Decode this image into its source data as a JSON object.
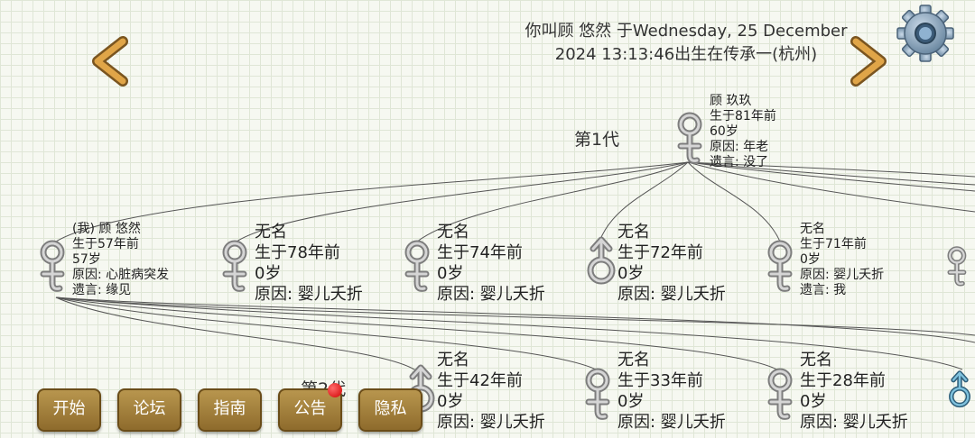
{
  "header": {
    "line1": "你叫顾 悠然 于Wednesday, 25 December",
    "line2": "2024 13:13:46出生在传承一(杭州)"
  },
  "icons": {
    "prev": "chevron-left-icon",
    "next": "chevron-right-icon",
    "settings": "gear-icon"
  },
  "generations": {
    "gen1": "第1代",
    "gen2": "第2代"
  },
  "root": {
    "gender": "female",
    "lines": [
      "顾 玖玖",
      "生于81年前",
      "60岁",
      "原因: 年老",
      "遗言: 没了"
    ]
  },
  "row1": [
    {
      "gender": "female",
      "size": "small",
      "lines": [
        "(我) 顾 悠然",
        "生于57年前",
        "57岁",
        "原因: 心脏病突发",
        "遗言: 缘见"
      ]
    },
    {
      "gender": "female",
      "size": "big",
      "lines": [
        "无名",
        "生于78年前",
        "0岁",
        "原因: 婴儿夭折"
      ]
    },
    {
      "gender": "female",
      "size": "big",
      "lines": [
        "无名",
        "生于74年前",
        "0岁",
        "原因: 婴儿夭折"
      ]
    },
    {
      "gender": "male",
      "size": "big",
      "lines": [
        "无名",
        "生于72年前",
        "0岁",
        "原因: 婴儿夭折"
      ]
    },
    {
      "gender": "female",
      "size": "small",
      "lines": [
        "无名",
        "生于71年前",
        "0岁",
        "原因: 婴儿夭折",
        "遗言: 我"
      ]
    },
    {
      "gender": "female",
      "size": "big",
      "lines": []
    }
  ],
  "row2": [
    {
      "gender": "male",
      "size": "big",
      "lines": [
        "无名",
        "生于42年前",
        "0岁",
        "原因: 婴儿夭折"
      ]
    },
    {
      "gender": "female",
      "size": "big",
      "lines": [
        "无名",
        "生于33年前",
        "0岁",
        "原因: 婴儿夭折"
      ]
    },
    {
      "gender": "female",
      "size": "big",
      "lines": [
        "无名",
        "生于28年前",
        "0岁",
        "原因: 婴儿夭折"
      ]
    },
    {
      "gender": "male-blue",
      "size": "big",
      "lines": []
    }
  ],
  "menu": {
    "start": "开始",
    "forum": "论坛",
    "guide": "指南",
    "notice": "公告",
    "privacy": "隐私"
  }
}
